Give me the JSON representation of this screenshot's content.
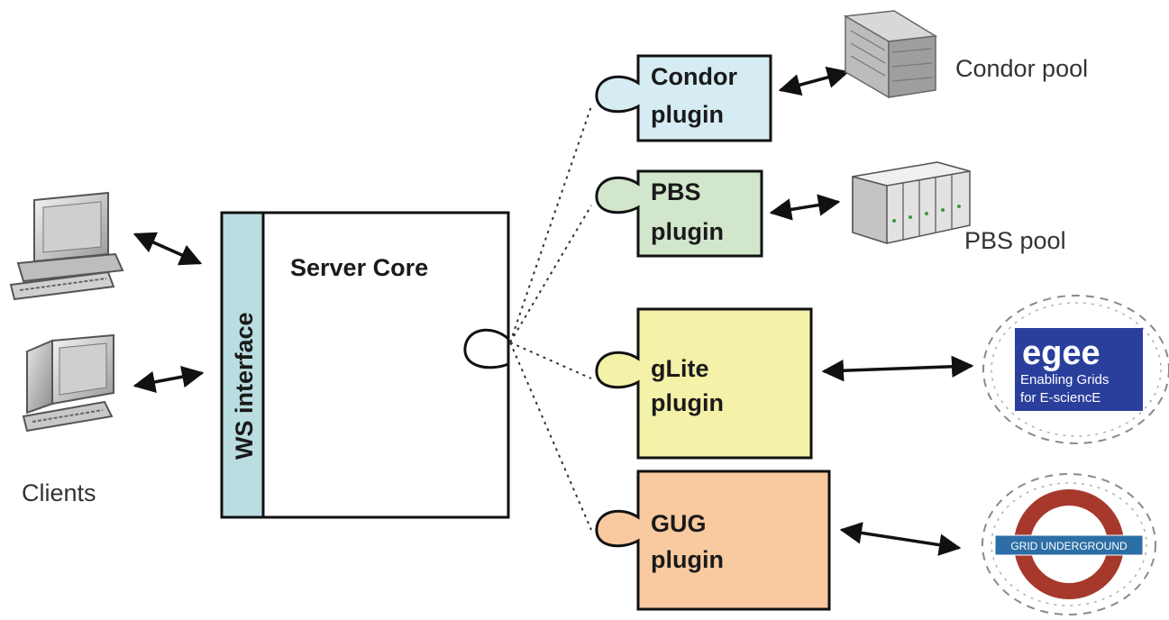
{
  "clients": {
    "label": "Clients"
  },
  "ws_interface": {
    "label": "WS interface",
    "color": "#b9dde0"
  },
  "server_core": {
    "label": "Server Core"
  },
  "plugins": [
    {
      "line1": "Condor",
      "line2": "plugin",
      "color": "#d6ecf3"
    },
    {
      "line1": "PBS",
      "line2": "plugin",
      "color": "#d2e6cc"
    },
    {
      "line1": "gLite",
      "line2": "plugin",
      "color": "#f4f1a8"
    },
    {
      "line1": "GUG",
      "line2": "plugin",
      "color": "#f9c9a0"
    }
  ],
  "resources": {
    "condor_pool": "Condor pool",
    "pbs_pool": "PBS pool",
    "egee": {
      "brand": "egee",
      "line1": "Enabling Grids",
      "line2": "for E-sciencE",
      "color": "#2a3f9c",
      "accent": "#f4c400"
    },
    "gug": {
      "banner": "GRID UNDERGROUND",
      "ring_color": "#a6392c",
      "banner_color": "#2d6ea6"
    }
  }
}
